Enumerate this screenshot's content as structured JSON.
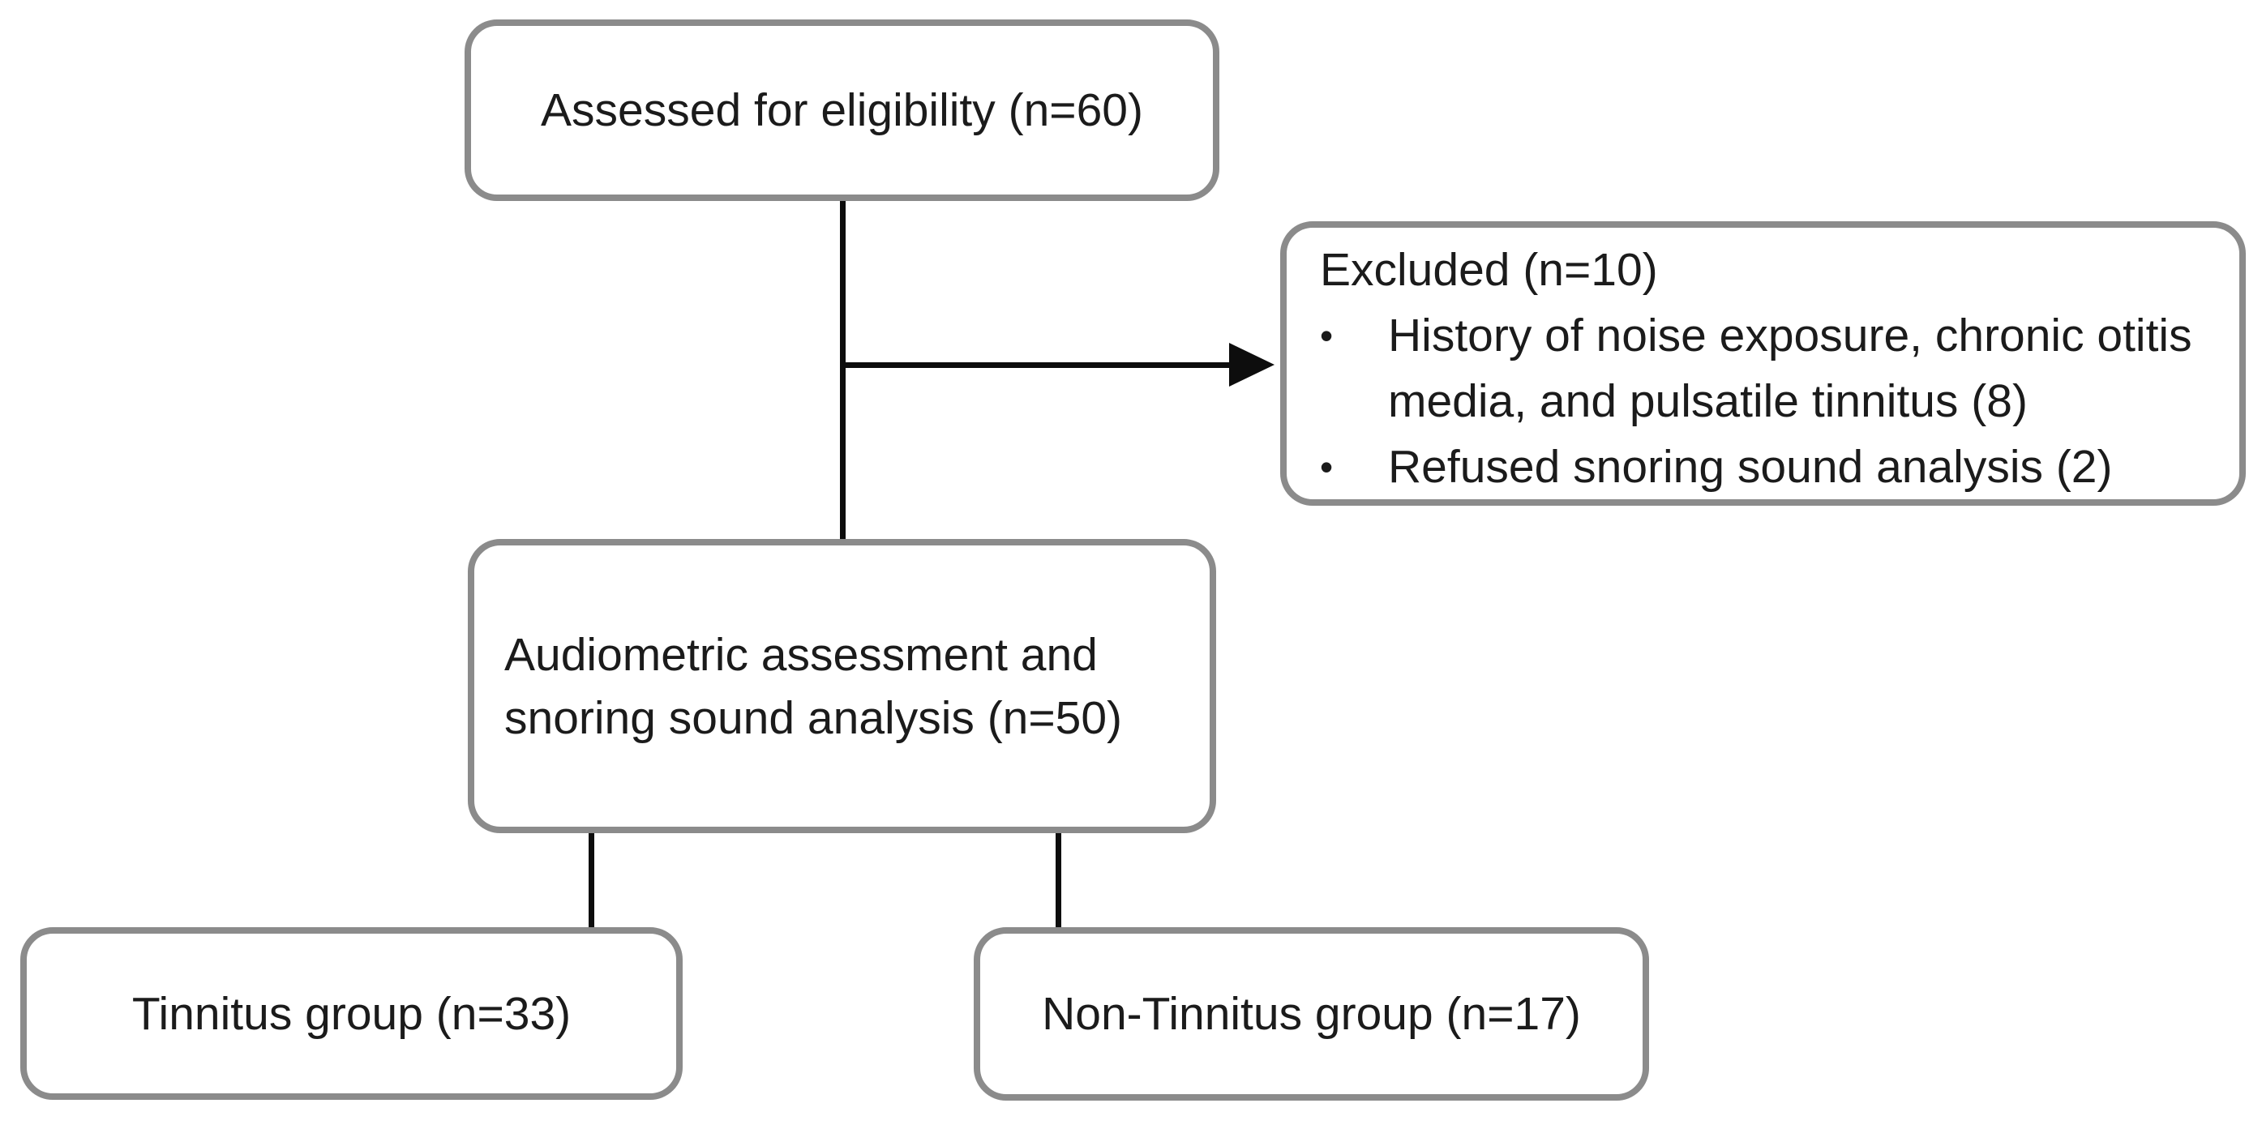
{
  "colors": {
    "background": "#ffffff",
    "box_border": "#8b8b8b",
    "connector_line": "#0d0d0d",
    "text": "#1b1b1b"
  },
  "flowchart": {
    "assessed": {
      "label": "Assessed for eligibility (n=60)"
    },
    "excluded": {
      "title": "Excluded (n=10)",
      "bullet_glyph": "•",
      "bullets": [
        {
          "lines": [
            "History of noise exposure, chronic otitis",
            "media, and pulsatile tinnitus (8)"
          ]
        },
        {
          "lines": [
            "Refused snoring sound analysis (2)"
          ]
        }
      ]
    },
    "audiometric": {
      "lines": [
        "Audiometric assessment and",
        "snoring sound analysis (n=50)"
      ]
    },
    "tinnitus": {
      "label": "Tinnitus group (n=33)"
    },
    "non_tinnitus": {
      "label": "Non-Tinnitus group (n=17)"
    }
  }
}
